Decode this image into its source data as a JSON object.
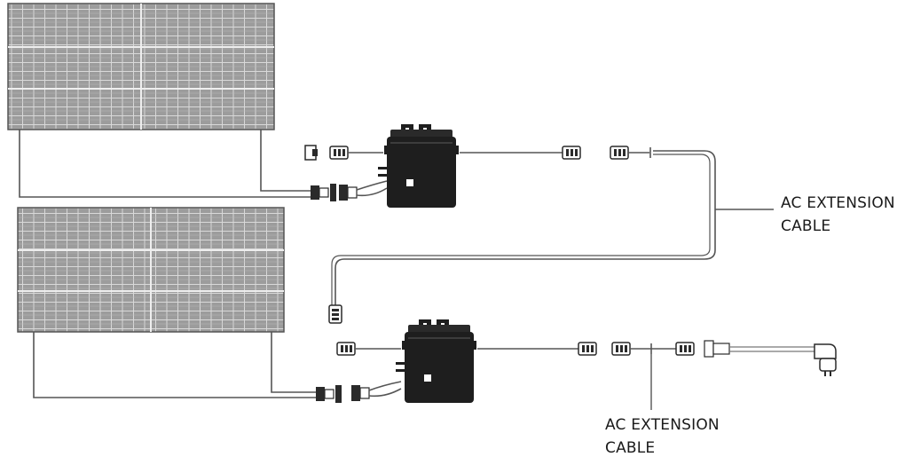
{
  "callouts": [
    {
      "line1": "AC EXTENSION",
      "line2": "CABLE"
    },
    {
      "line1": "AC EXTENSION",
      "line2": "CABLE"
    }
  ],
  "colors": {
    "panel_fill": "#9c9c9c",
    "panel_grid": "#d8d8d8",
    "line": "#555555",
    "inverter": "#1e1e1e"
  },
  "icons": [
    "solar-panel-icon",
    "micro-inverter-icon",
    "dc-connector-icon",
    "ac-connector-icon",
    "schuko-plug-icon",
    "end-cap-icon"
  ]
}
